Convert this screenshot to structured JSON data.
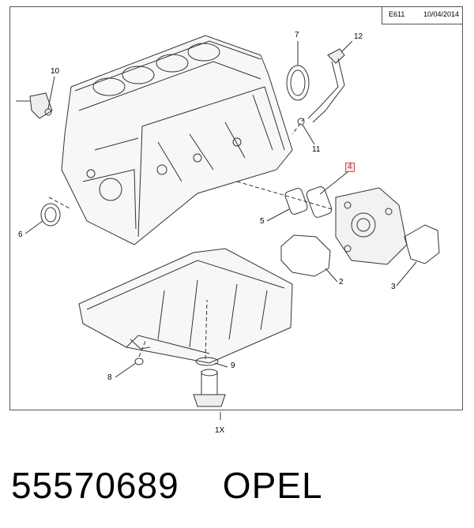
{
  "header": {
    "code": "E611",
    "date": "10/04/2014"
  },
  "callouts": [
    {
      "id": "c1",
      "label": "7"
    },
    {
      "id": "c2",
      "label": "12"
    },
    {
      "id": "c3",
      "label": "10"
    },
    {
      "id": "c4",
      "label": "11"
    },
    {
      "id": "c5",
      "label": "4",
      "highlighted": true
    },
    {
      "id": "c6",
      "label": "6"
    },
    {
      "id": "c7",
      "label": "5"
    },
    {
      "id": "c8",
      "label": "2"
    },
    {
      "id": "c9",
      "label": "3"
    },
    {
      "id": "c10",
      "label": "8"
    },
    {
      "id": "c11",
      "label": "9"
    }
  ],
  "quantity": "1X",
  "footer": {
    "part_number": "55570689",
    "brand": "OPEL"
  },
  "colors": {
    "line": "#333333",
    "highlight_border": "#dd4444",
    "highlight_fill": "#fbe3e3"
  }
}
